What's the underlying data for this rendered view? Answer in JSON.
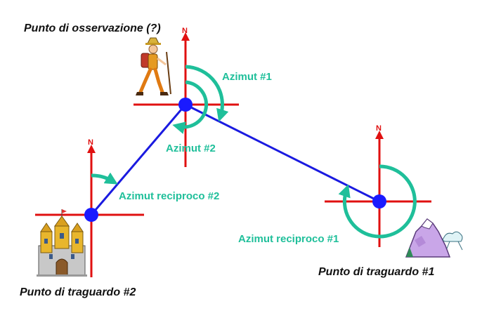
{
  "colors": {
    "axes": "#e01010",
    "path": "#1a1ae0",
    "station": "#1a1aff",
    "azimuth": "#1fbf9a",
    "caption_text": "#111111"
  },
  "captions": {
    "observation_point": "Punto di osservazione (?)",
    "target_point_1": "Punto di traguardo #1",
    "target_point_2": "Punto di traguardo #2"
  },
  "angles": {
    "azimuth_1": "Azimut #1",
    "azimuth_2": "Azimut #2",
    "reciprocal_azimuth_1": "Azimut reciproco #1",
    "reciprocal_azimuth_2": "Azimut reciproco #2"
  },
  "north": {
    "observation": "N",
    "target_1": "N",
    "target_2": "N"
  },
  "icons": {
    "observer": "hiker-icon",
    "target_1": "mountain-icon",
    "target_2": "castle-icon"
  }
}
